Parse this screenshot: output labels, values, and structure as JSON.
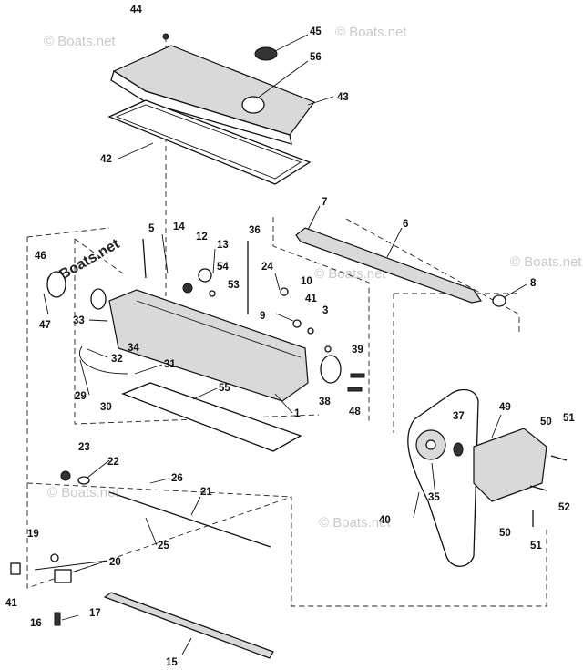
{
  "watermarks": [
    "© Boats.net",
    "© Boats.net",
    "© Boats.net",
    "© Boats.net",
    "© Boats.net",
    "© Boats.net",
    "© Boats.net"
  ],
  "callouts": [
    "44",
    "45",
    "56",
    "43",
    "42",
    "7",
    "6",
    "8",
    "5",
    "14",
    "12",
    "13",
    "36",
    "54",
    "24",
    "10",
    "53",
    "41",
    "9",
    "3",
    "46",
    "47",
    "33",
    "34",
    "32",
    "31",
    "39",
    "55",
    "29",
    "30",
    "38",
    "48",
    "1",
    "37",
    "49",
    "50",
    "51",
    "23",
    "22",
    "26",
    "21",
    "25",
    "35",
    "40",
    "52",
    "50",
    "51",
    "19",
    "20",
    "41",
    "16",
    "17",
    "15"
  ],
  "colors": {
    "line": "#111111",
    "fill_gray": "#d9d9d9",
    "watermark": "#c9c9c9"
  }
}
